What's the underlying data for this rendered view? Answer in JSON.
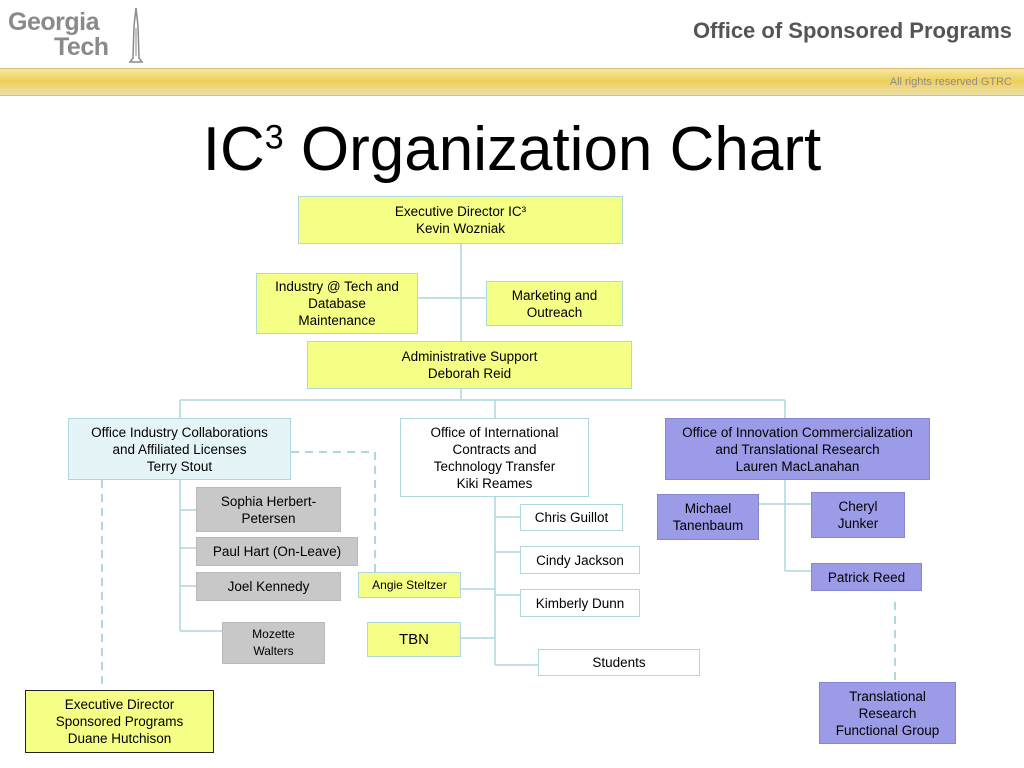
{
  "header": {
    "logo_line1": "Georgia",
    "logo_line2": "Tech",
    "office": "Office of Sponsored Programs",
    "rights": "All rights reserved GTRC"
  },
  "title": {
    "main": "IC",
    "superscript": "3",
    "rest": " Organization Chart"
  },
  "boxes": {
    "executive_director": "Executive Director IC³\nKevin Wozniak",
    "industry_tech": "Industry @ Tech and\nDatabase\nMaintenance",
    "marketing": "Marketing and\nOutreach",
    "admin_support": "Administrative Support\nDeborah Reid",
    "oical": "Office Industry Collaborations\nand Affiliated Licenses\nTerry Stout",
    "oictt": "Office of International\nContracts  and\nTechnology Transfer\nKiki Reames",
    "oictr": "Office of Innovation Commercialization\nand Translational Research\nLauren MacLanahan",
    "sophia": "Sophia Herbert-\nPetersen",
    "paul": "Paul Hart (On-Leave)",
    "joel": "Joel Kennedy",
    "mozette": "Mozette\nWalters",
    "angie": "Angie Steltzer",
    "tbn": "TBN",
    "chris": "Chris Guillot",
    "cindy": "Cindy Jackson",
    "kimberly": "Kimberly Dunn",
    "students": "Students",
    "michael": "Michael\nTanenbaum",
    "cheryl": "Cheryl\nJunker",
    "patrick": "Patrick Reed",
    "translational": "Translational\nResearch\nFunctional Group",
    "exec_sponsored": "Executive Director\nSponsored Programs\nDuane Hutchison"
  },
  "colors": {
    "yellow": "#f5ff86",
    "purple": "#9b9be8",
    "lightblue": "#e5f5f7",
    "gray": "#c8c8c8",
    "connector": "#aed7df",
    "band": "#efcf5a"
  }
}
